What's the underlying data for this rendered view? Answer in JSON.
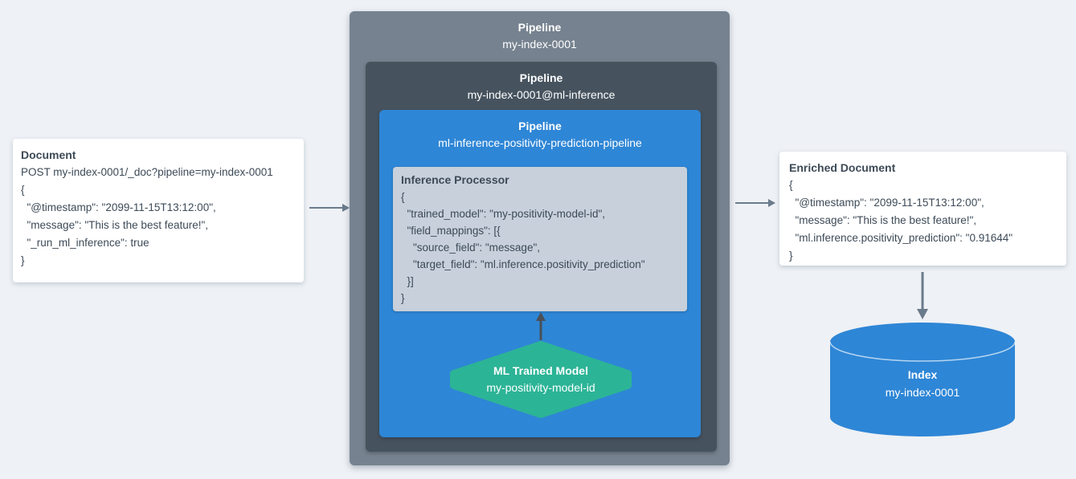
{
  "document_card": {
    "title": "Document",
    "lines": [
      "POST my-index-0001/_doc?pipeline=my-index-0001",
      "{",
      "  \"@timestamp\": \"2099-11-15T13:12:00\",",
      "  \"message\": \"This is the best feature!\",",
      "  \"_run_ml_inference\": true",
      "}"
    ]
  },
  "pipeline_outer": {
    "label": "Pipeline",
    "name": "my-index-0001"
  },
  "pipeline_inner": {
    "label": "Pipeline",
    "name": "my-index-0001@ml-inference"
  },
  "pipeline_ml": {
    "label": "Pipeline",
    "name": "ml-inference-positivity-prediction-pipeline"
  },
  "inference_processor": {
    "title": "Inference Processor",
    "lines": [
      "{",
      "  \"trained_model\": \"my-positivity-model-id\",",
      "  \"field_mappings\": [{",
      "    \"source_field\": \"message\",",
      "    \"target_field\": \"ml.inference.positivity_prediction\"",
      "  }]",
      "}"
    ]
  },
  "ml_model": {
    "title": "ML Trained Model",
    "name": "my-positivity-model-id"
  },
  "enriched_card": {
    "title": "Enriched Document",
    "lines": [
      "{",
      "  \"@timestamp\": \"2099-11-15T13:12:00\",",
      "  \"message\": \"This is the best feature!\",",
      "  \"ml.inference.positivity_prediction\": \"0.91644\"",
      "}"
    ]
  },
  "index_cylinder": {
    "label": "Index",
    "name": "my-index-0001"
  },
  "colors": {
    "canvas_bg": "#EEF1F5",
    "card_bg": "#FFFFFF",
    "outer_box": "#76828F",
    "inner_box": "#46535F",
    "blue_box": "#2E86D6",
    "processor_bg": "#C7D0DB",
    "hexagon": "#2CB496",
    "cylinder": "#2E86D6",
    "arrow": "#6A7B8C",
    "arrow_dark": "#4A5056",
    "text_dark": "#3D4A57",
    "text_light": "#FFFFFF"
  }
}
